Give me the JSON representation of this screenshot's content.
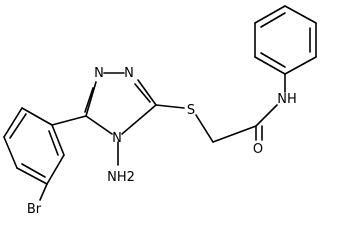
{
  "structure": {
    "atom_labels": {
      "nitrogen_1": "N",
      "nitrogen_2": "N",
      "nitrogen_4": "N",
      "sulfur": "S",
      "amide_nh": "NH",
      "amino": "NH2",
      "oxygen": "O",
      "bromine": "Br"
    },
    "colors": {
      "bond": "#000000",
      "text": "#000000",
      "background": "#ffffff"
    }
  }
}
